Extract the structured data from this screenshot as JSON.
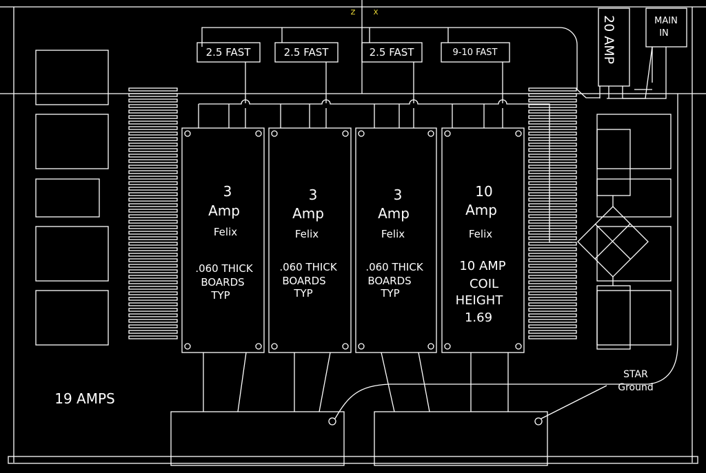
{
  "ucs": {
    "z_label": "Z",
    "x_label": "X",
    "color": "#f5e33a"
  },
  "colors": {
    "background": "#000000",
    "line": "#ffffff"
  },
  "fuses": [
    {
      "label": "2.5 FAST"
    },
    {
      "label": "2.5 FAST"
    },
    {
      "label": "2.5 FAST"
    },
    {
      "label": "9-10 FAST"
    }
  ],
  "supplies": [
    {
      "rating_num": "3",
      "rating_unit": "Amp",
      "maker": "Felix",
      "notes": [
        ".060 THICK",
        "BOARDS",
        "TYP"
      ]
    },
    {
      "rating_num": "3",
      "rating_unit": "Amp",
      "maker": "Felix",
      "notes": [
        ".060 THICK",
        "BOARDS",
        "TYP"
      ]
    },
    {
      "rating_num": "3",
      "rating_unit": "Amp",
      "maker": "Felix",
      "notes": [
        ".060 THICK",
        "BOARDS",
        "TYP"
      ]
    },
    {
      "rating_num": "10",
      "rating_unit": "Amp",
      "maker": "Felix",
      "notes": [
        "10 AMP",
        "COIL",
        "HEIGHT",
        "1.69"
      ]
    }
  ],
  "main_breaker": {
    "label": "20 AMP"
  },
  "main_input": {
    "line1": "MAIN",
    "line2": "IN"
  },
  "star_ground": {
    "line1": "STAR",
    "line2": "Ground"
  },
  "total_current": "19 AMPS"
}
